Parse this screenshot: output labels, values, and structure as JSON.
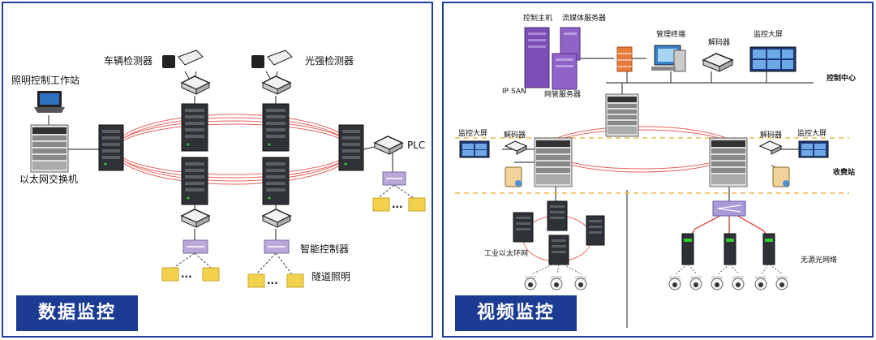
{
  "left": {
    "title": "数据监控",
    "labels": {
      "lighting_workstation": "照明控制工作站",
      "ethernet_switch": "以太网交换机",
      "vehicle_detector": "车辆检测器",
      "light_detector": "光强检测器",
      "plc": "PLC",
      "smart_controller": "智能控制器",
      "tunnel_lighting": "隧道照明",
      "ellipsis_1": "···",
      "ellipsis_2": "···",
      "ellipsis_3": "···"
    }
  },
  "right": {
    "title": "视频监控",
    "labels": {
      "control_host": "控制主机",
      "streaming_server": "流媒体服务器",
      "ip_san": "IP SAN",
      "nms_server": "网管服务器",
      "mgmt_terminal": "管理终端",
      "decoder_top": "解码器",
      "monitor_wall_top": "监控大屏",
      "control_center": "控制中心",
      "monitor_wall_left": "监控大屏",
      "decoder_left": "解码器",
      "decoder_right": "解码器",
      "monitor_wall_right": "监控大屏",
      "toll_station": "收费站",
      "industrial_ring": "工业以太环网",
      "passive_optical": "无源光网络"
    }
  },
  "colors": {
    "frame": "#1f3f9a",
    "title_bg": "#1c3b93",
    "ring": "#e8635d",
    "dashed": "#f0b84a",
    "link": "#444444",
    "pon_link": "#e04646"
  }
}
